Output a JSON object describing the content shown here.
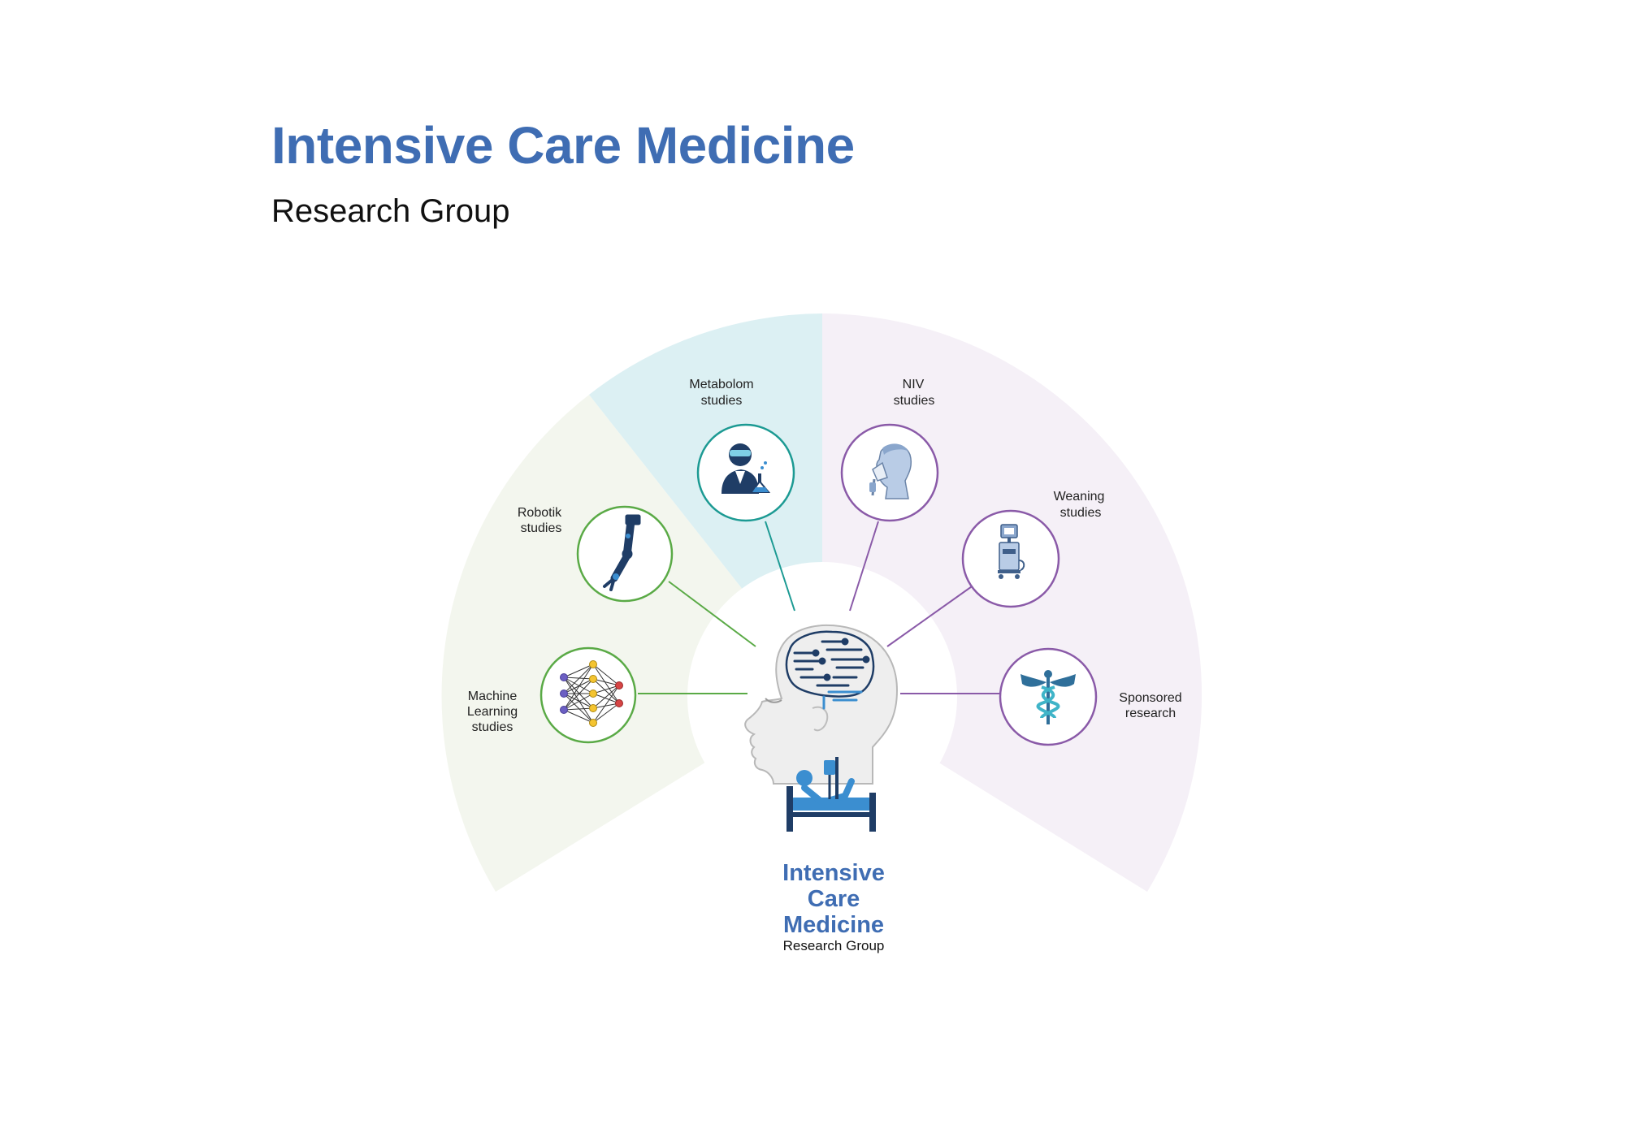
{
  "header": {
    "title": "Intensive Care Medicine",
    "subtitle": "Research Group"
  },
  "center": {
    "title_lines": [
      "Intensive",
      "Care",
      "Medicine"
    ],
    "subtitle": "Research Group"
  },
  "nodes": {
    "machine_learning": {
      "lines": [
        "Machine",
        "Learning",
        "studies"
      ],
      "icon": "neural-network-icon"
    },
    "robotik": {
      "lines": [
        "Robotik",
        "studies"
      ],
      "icon": "robotic-arm-icon"
    },
    "metabolom": {
      "lines": [
        "Metabolom",
        "studies"
      ],
      "icon": "scientist-icon"
    },
    "niv": {
      "lines": [
        "NIV",
        "studies"
      ],
      "icon": "ventilation-mask-icon"
    },
    "weaning": {
      "lines": [
        "Weaning",
        "studies"
      ],
      "icon": "ventilator-icon"
    },
    "sponsored": {
      "lines": [
        "Sponsored",
        "research"
      ],
      "icon": "caduceus-icon"
    }
  },
  "colors": {
    "title_blue": "#3f6db3",
    "green": "#5aaa46",
    "teal": "#1c9a93",
    "purple": "#8a5aa8",
    "sector_green": "#f3f6ee",
    "sector_blue": "#dcf0f3",
    "sector_purple": "#f5f0f7",
    "icon_navy": "#1f3d66",
    "icon_blue": "#3b8ed0"
  }
}
